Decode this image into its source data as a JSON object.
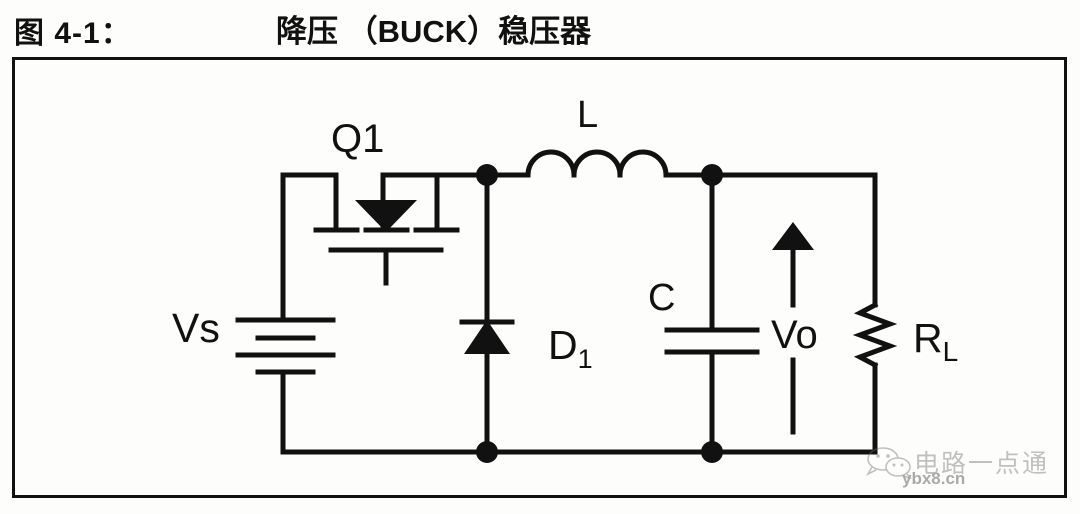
{
  "title": {
    "figure_label": "图 4-1：",
    "main": "降压 （BUCK）稳压器"
  },
  "circuit": {
    "name": "buck-regulator-schematic",
    "components": [
      {
        "id": "Q1",
        "label": "Q1",
        "type": "mosfet-switch"
      },
      {
        "id": "L",
        "label": "L",
        "type": "inductor"
      },
      {
        "id": "D1",
        "label": "D",
        "sublabel": "1",
        "type": "diode"
      },
      {
        "id": "C",
        "label": "C",
        "type": "capacitor"
      },
      {
        "id": "RL",
        "label": "R",
        "sublabel": "L",
        "type": "resistor"
      },
      {
        "id": "Vs",
        "label": "Vs",
        "type": "battery-source"
      },
      {
        "id": "Vo",
        "label": "Vo",
        "type": "voltage-arrow"
      }
    ],
    "labels": {
      "q1": "Q1",
      "l": "L",
      "d1": "D",
      "d1_sub": "1",
      "c": "C",
      "vs": "Vs",
      "vo": "Vo",
      "rl": "R",
      "rl_sub": "L"
    },
    "colors": {
      "line": "#111111",
      "background": "#fdfdfb",
      "frame": "#111111"
    }
  },
  "watermark": {
    "text": "电路一点通",
    "url": "ybx8.cn",
    "icon": "wechat-icon"
  }
}
